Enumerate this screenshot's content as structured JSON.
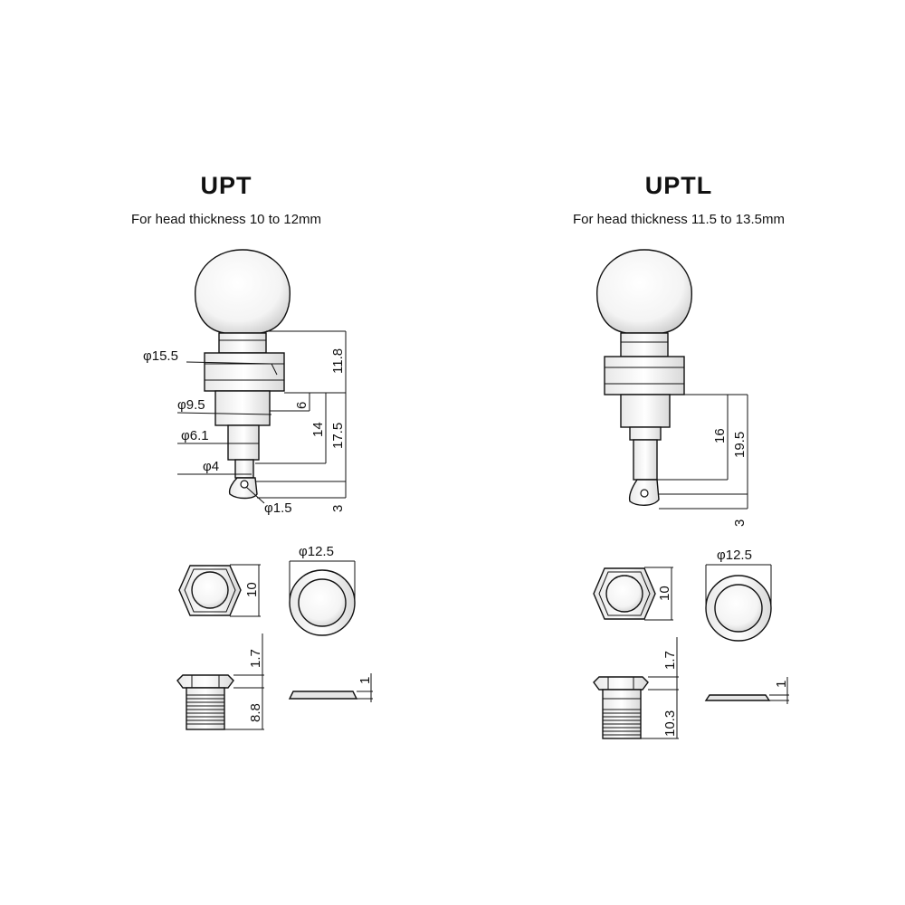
{
  "models": [
    {
      "name": "UPT",
      "subtitle": "For head thickness 10 to 12mm",
      "dims": {
        "d_collar": "15.5",
        "d_shaft1": "9.5",
        "d_shaft2": "6.1",
        "d_shaft3": "4",
        "d_hole": "1.5",
        "h_collar": "11.8",
        "h_a": "6",
        "h_b": "14",
        "h_c": "17.5",
        "h_tip": "3",
        "nut_across": "10",
        "washer_dia": "12.5",
        "bush_flange": "1.7",
        "bush_thread": "8.8",
        "washer_thick": "1",
        "phi": "φ"
      }
    },
    {
      "name": "UPTL",
      "subtitle": "For head thickness 11.5 to 13.5mm",
      "dims": {
        "h_a": "16",
        "h_b": "19.5",
        "h_tip": "3",
        "nut_across": "10",
        "washer_dia": "12.5",
        "bush_flange": "1.7",
        "bush_thread": "10.3",
        "washer_thick": "1",
        "phi": "φ"
      }
    }
  ]
}
